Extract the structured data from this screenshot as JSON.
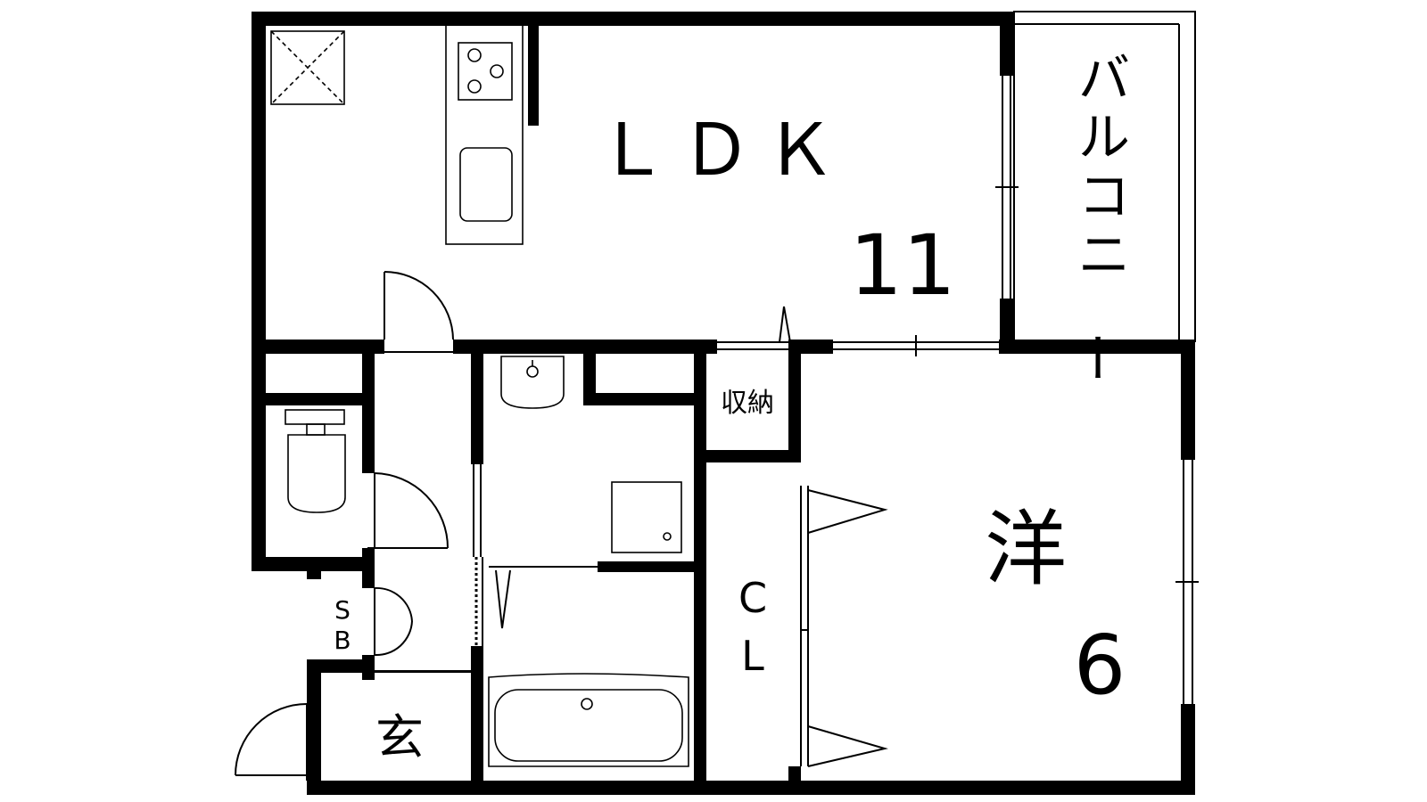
{
  "floorplan": {
    "rooms": {
      "ldk": {
        "name": "ＬＤＫ",
        "size": "11"
      },
      "balcony": {
        "name": "バルコニー"
      },
      "western": {
        "name": "洋",
        "size": "6"
      },
      "storage": {
        "name": "収納"
      },
      "closet": {
        "name_line1": "C",
        "name_line2": "L"
      },
      "shoebox": {
        "name_line1": "S",
        "name_line2": "B"
      },
      "entrance": {
        "name": "玄"
      }
    },
    "colors": {
      "wall": "#000000",
      "fixture": "#333333",
      "background": "#ffffff"
    }
  }
}
